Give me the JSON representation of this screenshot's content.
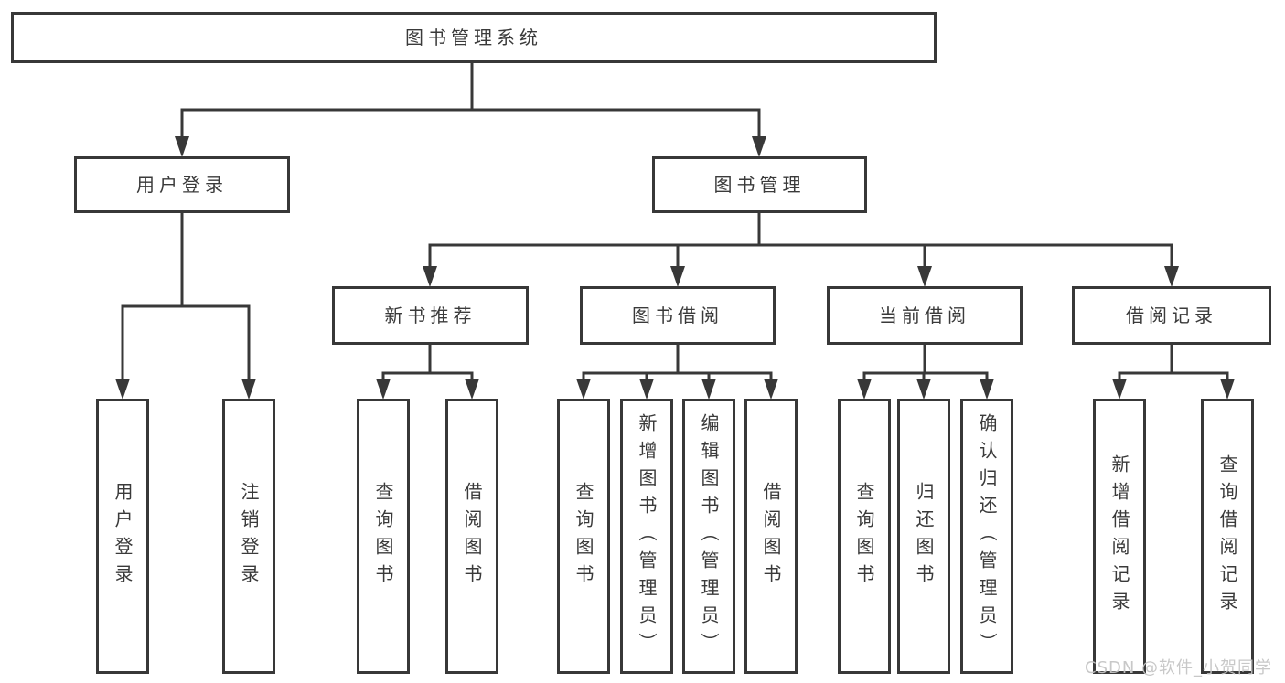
{
  "diagram_type": "functional-structure-tree",
  "colors": {
    "line": "#383838",
    "text": "#3a3a3a",
    "background": "#ffffff",
    "watermark": "#c5c5c5"
  },
  "tree": {
    "label": "图书管理系统",
    "children": [
      {
        "label": "用户登录",
        "children": [
          {
            "label": "用户登录"
          },
          {
            "label": "注销登录"
          }
        ]
      },
      {
        "label": "图书管理",
        "children": [
          {
            "label": "新书推荐",
            "children": [
              {
                "label": "查询图书"
              },
              {
                "label": "借阅图书"
              }
            ]
          },
          {
            "label": "图书借阅",
            "children": [
              {
                "label": "查询图书"
              },
              {
                "label": "新增图书（管理员）"
              },
              {
                "label": "编辑图书（管理员）"
              },
              {
                "label": "借阅图书"
              }
            ]
          },
          {
            "label": "当前借阅",
            "children": [
              {
                "label": "查询图书"
              },
              {
                "label": "归还图书"
              },
              {
                "label": "确认归还（管理员）"
              }
            ]
          },
          {
            "label": "借阅记录",
            "children": [
              {
                "label": "新增借阅记录"
              },
              {
                "label": "查询借阅记录"
              }
            ]
          }
        ]
      }
    ]
  },
  "watermark": {
    "text": "CSDN @软件_小贺同学"
  }
}
